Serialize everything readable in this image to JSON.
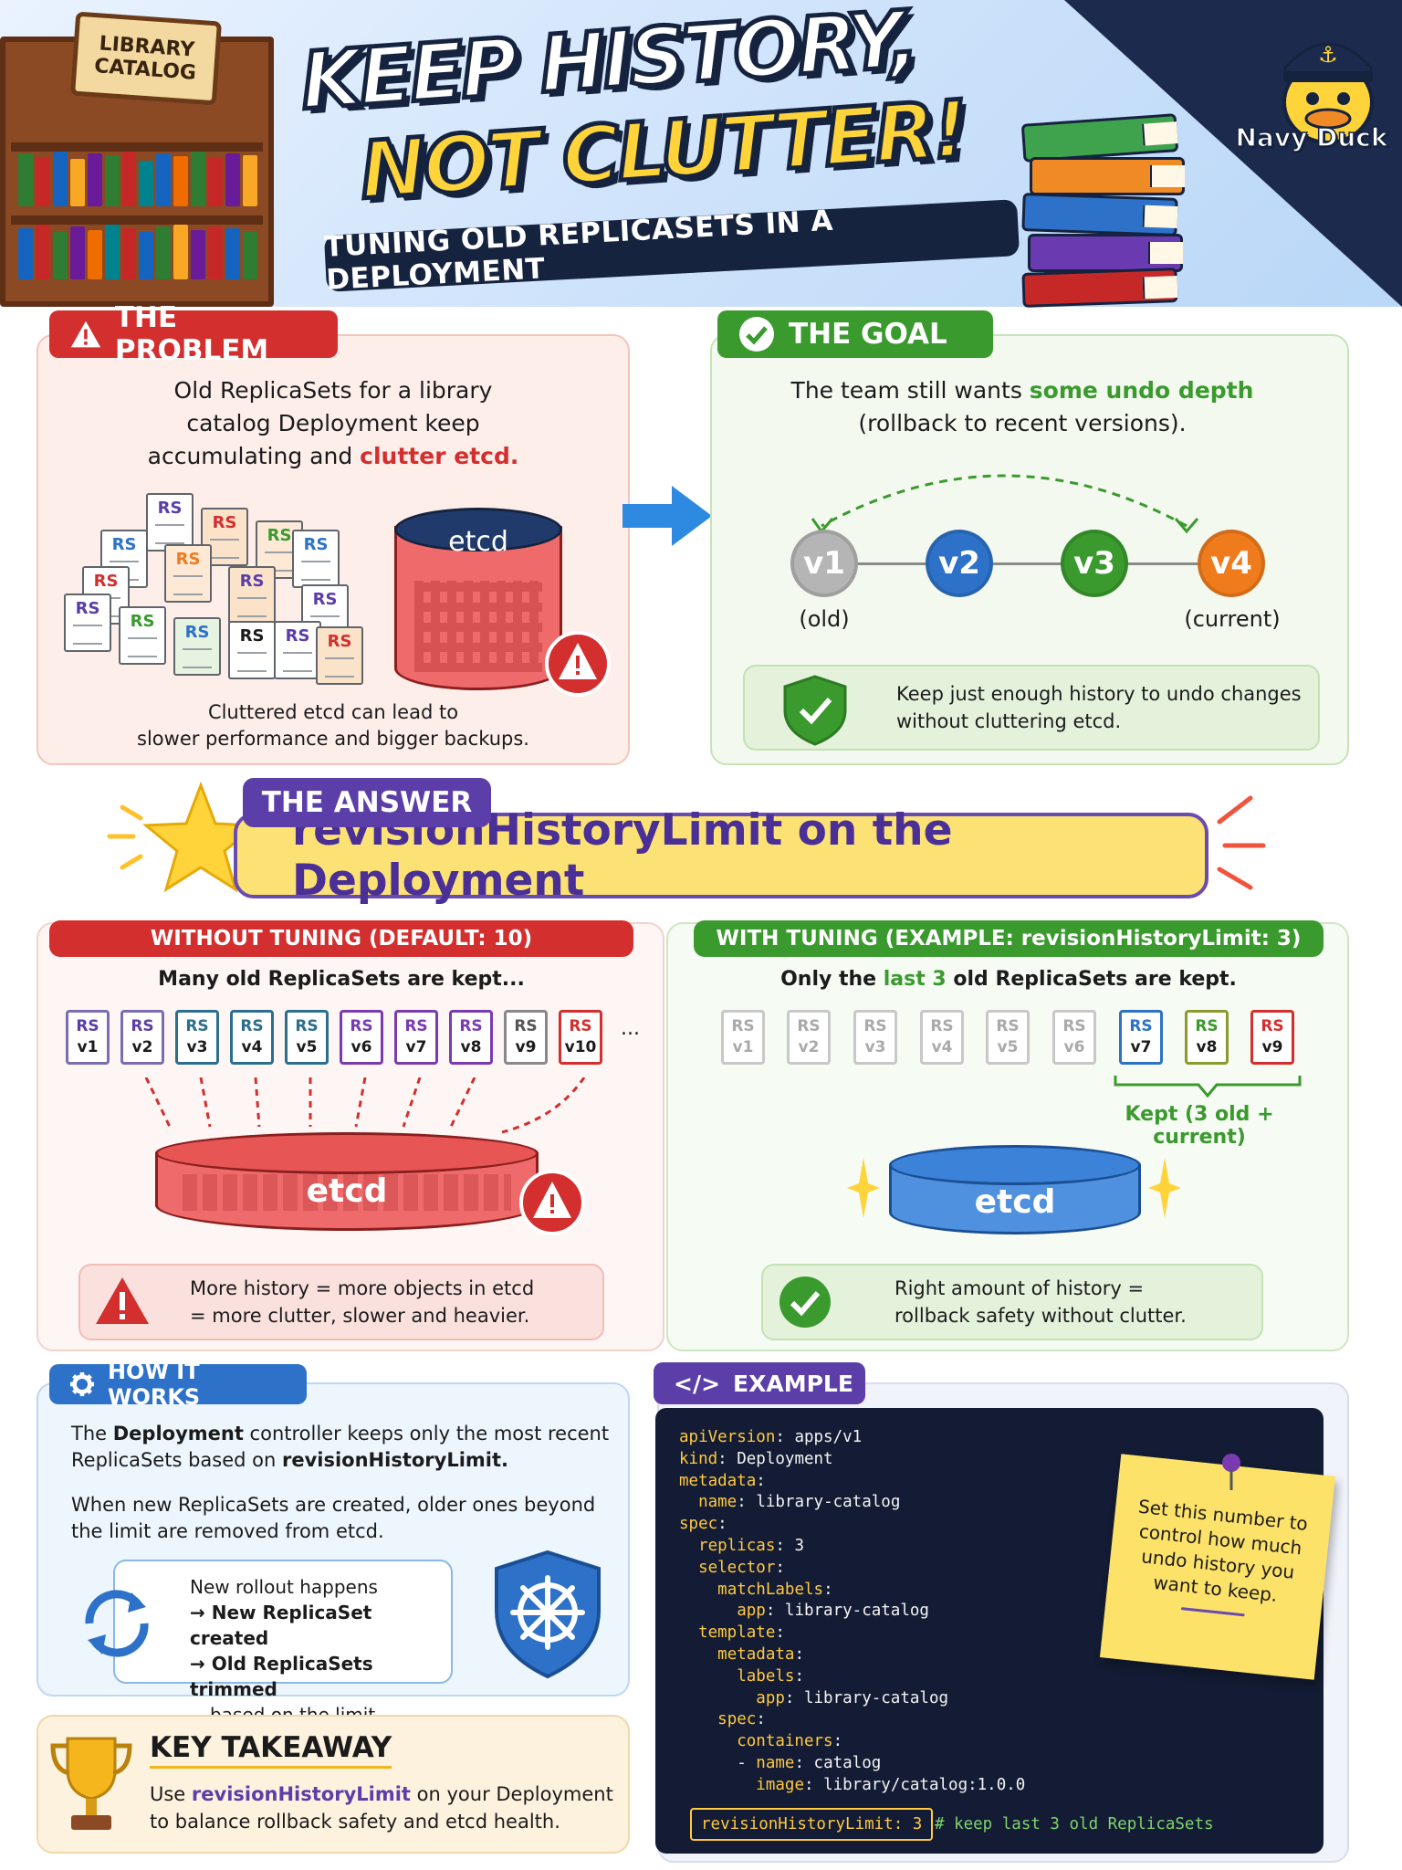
{
  "header": {
    "title_line1": "KEEP HISTORY,",
    "title_line2": "NOT CLUTTER!",
    "subtitle": "TUNING OLD REPLICASETS IN A DEPLOYMENT",
    "sign_line1": "LIBRARY",
    "sign_line2": "CATALOG",
    "logo_text": "Navy Duck"
  },
  "problem": {
    "label": "THE PROBLEM",
    "text_1": "Old ReplicaSets for a library",
    "text_2": "catalog Deployment keep",
    "text_3a": "accumulating and ",
    "text_3b": "clutter etcd.",
    "doc_label": "RS",
    "db_label": "etcd",
    "caption_1": "Cluttered etcd can lead to",
    "caption_2": "slower performance and bigger backups."
  },
  "goal": {
    "label": "THE GOAL",
    "text_1a": "The team still wants ",
    "text_1b": "some undo depth",
    "text_2": "(rollback to recent versions).",
    "versions": [
      "v1",
      "v2",
      "v3",
      "v4"
    ],
    "old_caption": "(old)",
    "current_caption": "(current)",
    "note_1": "Keep just enough history to undo changes",
    "note_2": "without cluttering etcd."
  },
  "answer": {
    "label": "THE ANSWER",
    "text": "revisionHistoryLimit on the Deployment"
  },
  "without": {
    "header": "WITHOUT TUNING (DEFAULT: 10)",
    "caption": "Many old ReplicaSets are kept...",
    "chips": [
      "v1",
      "v2",
      "v3",
      "v4",
      "v5",
      "v6",
      "v7",
      "v8",
      "v9",
      "v10"
    ],
    "chip_label": "RS",
    "ellipsis": "...",
    "db_label": "etcd",
    "note_1": "More history = more objects in etcd",
    "note_2": "= more clutter, slower and heavier."
  },
  "with": {
    "header": "WITH TUNING (EXAMPLE: revisionHistoryLimit: 3)",
    "caption_a": "Only the ",
    "caption_b": "last 3",
    "caption_c": " old ReplicaSets are kept.",
    "chips": [
      "v1",
      "v2",
      "v3",
      "v4",
      "v5",
      "v6",
      "v7",
      "v8",
      "v9"
    ],
    "chip_label": "RS",
    "kept_label": "Kept (3 old + current)",
    "db_label": "etcd",
    "note_1": "Right amount of history =",
    "note_2": "rollback safety without clutter."
  },
  "how": {
    "label": "HOW IT WORKS",
    "p1a": "The ",
    "p1b": "Deployment",
    "p1c": " controller keeps only the most recent",
    "p1d": "ReplicaSets based on ",
    "p1e": "revisionHistoryLimit.",
    "p2a": "When new ReplicaSets are created, older ones beyond",
    "p2b": "the limit are removed from etcd.",
    "flow_1": "New rollout happens",
    "flow_2": "→ New ReplicaSet created",
    "flow_3": "→ Old ReplicaSets trimmed",
    "flow_4": "based on the limit"
  },
  "takeaway": {
    "title": "KEY TAKEAWAY",
    "text_1a": "Use ",
    "text_1b": "revisionHistoryLimit",
    "text_1c": " on your Deployment",
    "text_2": "to balance rollback safety and etcd health."
  },
  "example": {
    "label": "EXAMPLE",
    "tag": "</>",
    "code": [
      {
        "indent": "",
        "key": "apiVersion",
        "value": " apps/v1"
      },
      {
        "indent": "",
        "key": "kind",
        "value": " Deployment"
      },
      {
        "indent": "",
        "key": "metadata",
        "value": ""
      },
      {
        "indent": "  ",
        "key": "name",
        "value": " library-catalog"
      },
      {
        "indent": "",
        "key": "spec",
        "value": ""
      },
      {
        "indent": "  ",
        "key": "replicas",
        "value": " 3"
      },
      {
        "indent": "  ",
        "key": "selector",
        "value": ""
      },
      {
        "indent": "    ",
        "key": "matchLabels",
        "value": ""
      },
      {
        "indent": "      ",
        "key": "app",
        "value": " library-catalog"
      },
      {
        "indent": "  ",
        "key": "template",
        "value": ""
      },
      {
        "indent": "    ",
        "key": "metadata",
        "value": ""
      },
      {
        "indent": "      ",
        "key": "labels",
        "value": ""
      },
      {
        "indent": "        ",
        "key": "app",
        "value": " library-catalog"
      },
      {
        "indent": "    ",
        "key": "spec",
        "value": ""
      },
      {
        "indent": "      ",
        "key": "containers",
        "value": ""
      },
      {
        "indent": "      - ",
        "key": "name",
        "value": " catalog"
      },
      {
        "indent": "        ",
        "key": "image",
        "value": " library/catalog:1.0.0"
      }
    ],
    "highlight_line": "revisionHistoryLimit: 3",
    "comment": "# keep last 3 old ReplicaSets",
    "sticky_text": "Set this number to control how much undo history you want to keep."
  },
  "colors": {
    "red": "#d32f2f",
    "green": "#3a9a2e",
    "purple": "#5c3ea8",
    "blue": "#2d72c8",
    "navy": "#15233f",
    "orange": "#f07b1d"
  },
  "icons": [
    "warning-icon",
    "check-icon",
    "star-icon",
    "gear-icon",
    "code-icon",
    "shield-icon",
    "helm-icon",
    "trophy-icon",
    "refresh-icon",
    "arrow-right-icon",
    "database-icon",
    "pin-icon"
  ]
}
